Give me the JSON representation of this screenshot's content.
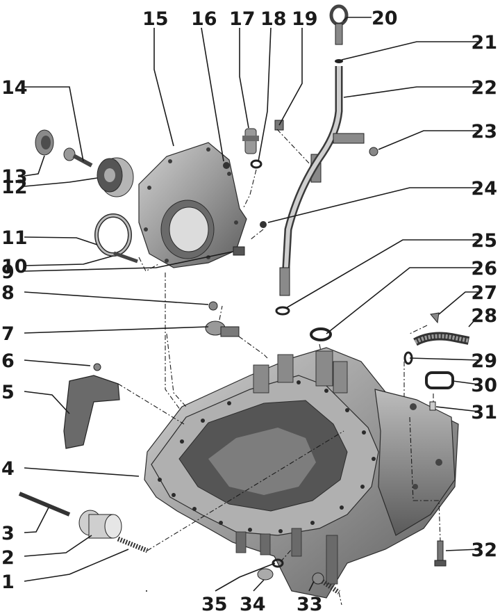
{
  "diagram": {
    "type": "exploded-parts-view",
    "part_colors": {
      "casting": "#9a9a9a",
      "casting_dark": "#6e6e6e",
      "casting_light": "#c9c9c9",
      "shadow": "#3c3c3c",
      "line": "#1a1a1a"
    },
    "callouts": [
      {
        "id": "c1",
        "label": "1"
      },
      {
        "id": "c2",
        "label": "2"
      },
      {
        "id": "c3",
        "label": "3"
      },
      {
        "id": "c4",
        "label": "4"
      },
      {
        "id": "c5",
        "label": "5"
      },
      {
        "id": "c6",
        "label": "6"
      },
      {
        "id": "c7",
        "label": "7"
      },
      {
        "id": "c8",
        "label": "8"
      },
      {
        "id": "c9",
        "label": "9"
      },
      {
        "id": "c10",
        "label": "10"
      },
      {
        "id": "c11",
        "label": "11"
      },
      {
        "id": "c12",
        "label": "12"
      },
      {
        "id": "c13",
        "label": "13"
      },
      {
        "id": "c14",
        "label": "14"
      },
      {
        "id": "c15",
        "label": "15"
      },
      {
        "id": "c16",
        "label": "16"
      },
      {
        "id": "c17",
        "label": "17"
      },
      {
        "id": "c18",
        "label": "18"
      },
      {
        "id": "c19",
        "label": "19"
      },
      {
        "id": "c20",
        "label": "20"
      },
      {
        "id": "c21",
        "label": "21"
      },
      {
        "id": "c22",
        "label": "22"
      },
      {
        "id": "c23",
        "label": "23"
      },
      {
        "id": "c24",
        "label": "24"
      },
      {
        "id": "c25",
        "label": "25"
      },
      {
        "id": "c26",
        "label": "26"
      },
      {
        "id": "c27",
        "label": "27"
      },
      {
        "id": "c28",
        "label": "28"
      },
      {
        "id": "c29",
        "label": "29"
      },
      {
        "id": "c30",
        "label": "30"
      },
      {
        "id": "c31",
        "label": "31"
      },
      {
        "id": "c32",
        "label": "32"
      },
      {
        "id": "c33",
        "label": "33"
      },
      {
        "id": "c34",
        "label": "34"
      },
      {
        "id": "c35",
        "label": "35"
      }
    ]
  }
}
